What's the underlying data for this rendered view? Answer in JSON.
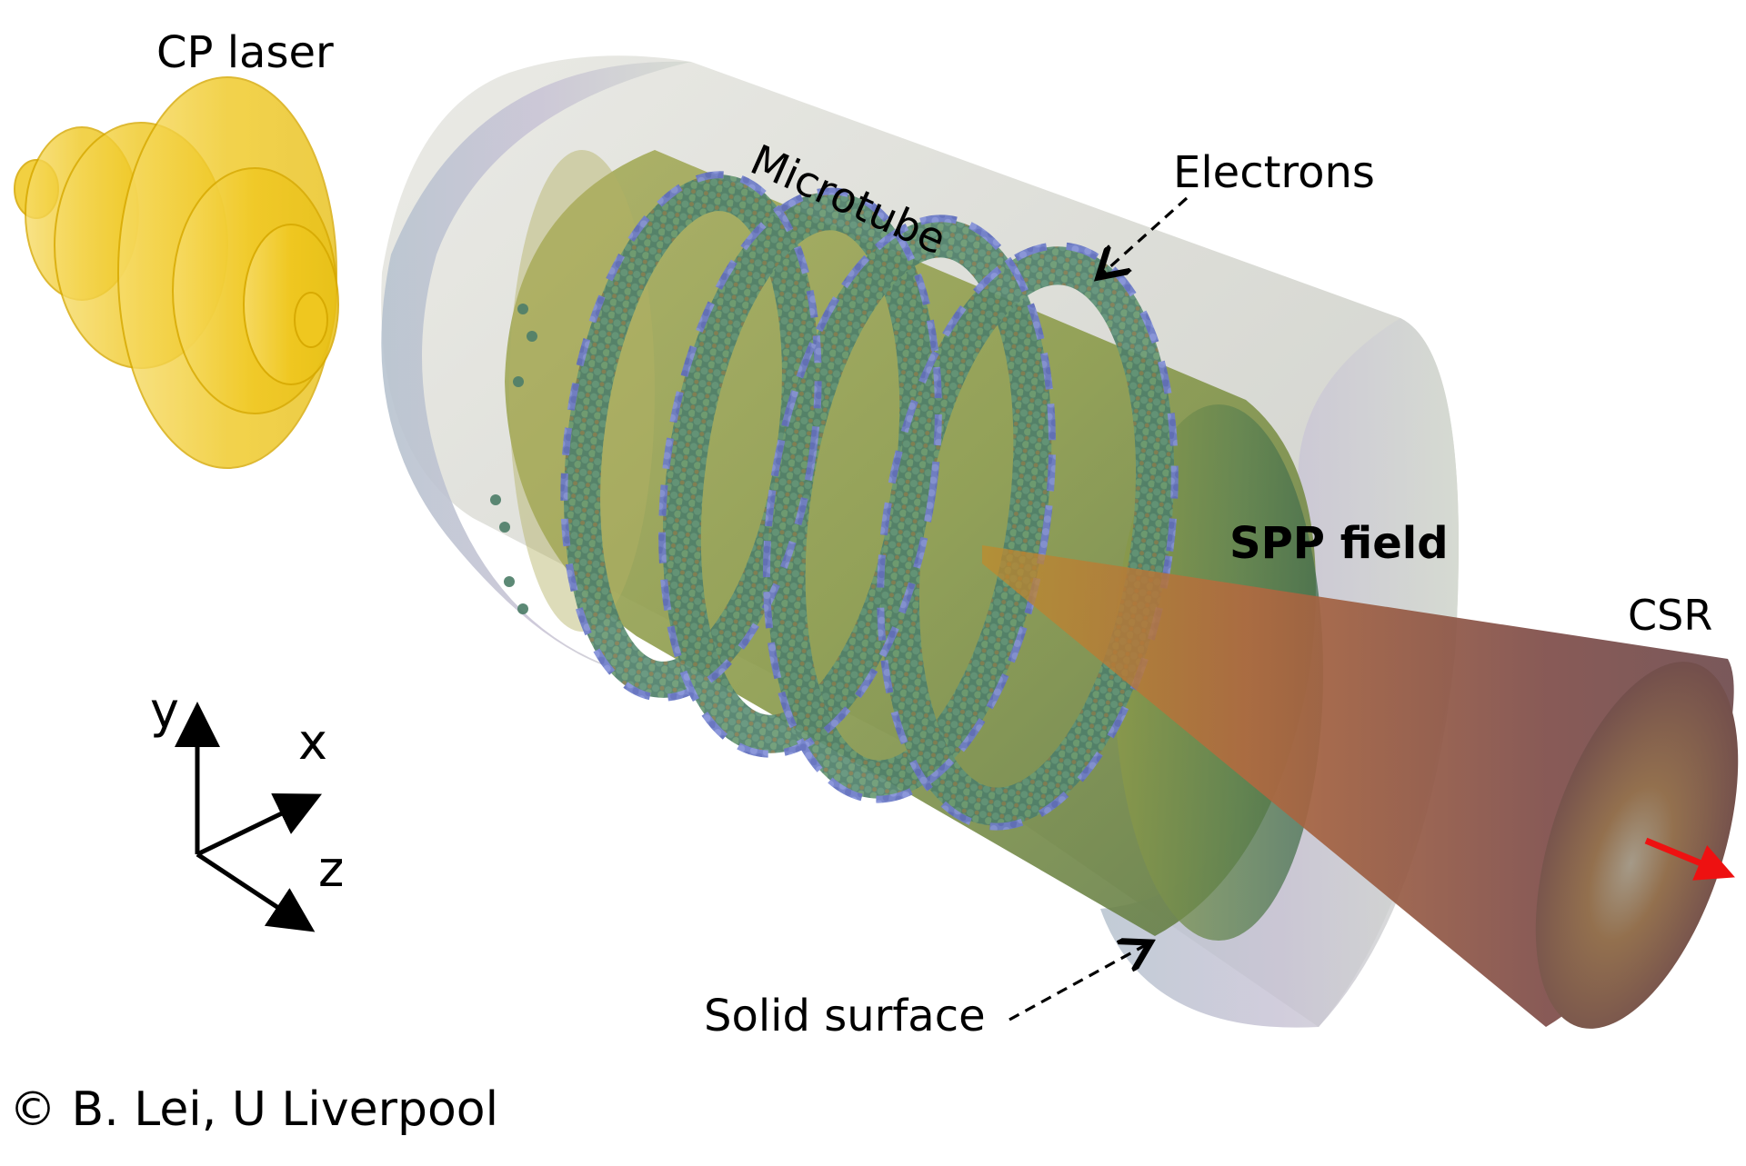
{
  "figure": {
    "type": "schematic-3d-illustration",
    "background": "#ffffff"
  },
  "labels": {
    "cp_laser": "CP laser",
    "microtube": "Microtube",
    "electrons": "Electrons",
    "spp_field": "SPP field",
    "csr": "CSR",
    "solid_surface": "Solid surface"
  },
  "axes": {
    "x": "x",
    "y": "y",
    "z": "z"
  },
  "credit": {
    "text": "© B. Lei, U Liverpool"
  },
  "colors": {
    "laser": "#f2cc2e",
    "laser_dark": "#e0b400",
    "tube_shell": "#dcdcd8",
    "tube_inner": "#8fa04a",
    "spp_field": "#4f7a4a",
    "electrons_blue": "#6a78c8",
    "electrons_green": "#5b8a70",
    "csr_cone": "#8a5044",
    "csr_highlight": "#c07a48",
    "arrow_red": "#ee1111",
    "text": "#000000"
  }
}
